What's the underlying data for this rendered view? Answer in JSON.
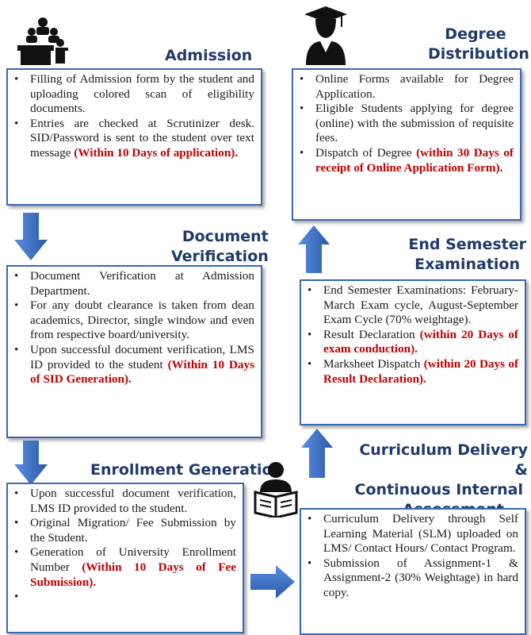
{
  "admission": {
    "title": "Admission",
    "items": [
      {
        "text": "Filling of Admission form by the student and uploading colored scan of eligibility documents.",
        "highlight": ""
      },
      {
        "text": "Entries are checked at Scrutinizer desk. SID/Password is sent to the student over text message ",
        "highlight": "(Within 10 Days of application)."
      }
    ]
  },
  "document_verification": {
    "title_line1": "Document",
    "title_line2": "Verification",
    "items": [
      {
        "text": "Document Verification at Admission Department.",
        "highlight": ""
      },
      {
        "text": "For any doubt clearance is taken from dean academics, Director, single window and even from respective board/university.",
        "highlight": ""
      },
      {
        "text": "Upon successful document verification, LMS ID provided to the student ",
        "highlight": "(Within 10 Days of SID Generation)."
      }
    ]
  },
  "enrollment": {
    "title": "Enrollment Generation",
    "items": [
      {
        "text": "Upon successful document verification, LMS ID provided to the student.",
        "highlight": ""
      },
      {
        "text": "Original Migration/ Fee Submission by the Student.",
        "highlight": ""
      },
      {
        "text": "Generation of University Enrollment Number ",
        "highlight": "(Within 10 Days of Fee Submission)."
      },
      {
        "text": "",
        "highlight": ""
      }
    ]
  },
  "degree": {
    "title_line1": "Degree",
    "title_line2": "Distribution",
    "items": [
      {
        "text": "Online Forms available for Degree Application.",
        "highlight": ""
      },
      {
        "text": "Eligible Students applying for degree (online) with the submission of requisite fees.",
        "highlight": ""
      },
      {
        "text": "Dispatch of Degree ",
        "highlight": "(within 30 Days of receipt of Online Application Form)."
      }
    ]
  },
  "end_semester": {
    "title_line1": "End Semester",
    "title_line2": "Examination",
    "items": [
      {
        "text": "End Semester Examinations: February-March Exam cycle, August-September Exam Cycle (70% weightage).",
        "highlight": ""
      },
      {
        "text": "Result Declaration ",
        "highlight": "(within 20 Days of exam conduction)."
      },
      {
        "text": "Marksheet Dispatch ",
        "highlight": "(within 20 Days of Result Declaration)."
      }
    ]
  },
  "curriculum": {
    "title_line1": "Curriculum Delivery &",
    "title_line2": "Continuous Internal",
    "title_line3": "Assessment",
    "items": [
      {
        "text": "Curriculum Delivery through Self Learning Material (SLM) uploaded on LMS/ Contact Hours/ Contact Program.",
        "highlight": ""
      },
      {
        "text": "Submission of Assignment-1 & Assignment-2 (30% Weightage) in hard copy.",
        "highlight": ""
      }
    ]
  },
  "colors": {
    "heading": "#1f3a6b",
    "border": "#3a68b8",
    "arrow": "#3b6fc4",
    "highlight": "#c00000"
  },
  "icons": [
    "classroom-icon",
    "graduate-icon",
    "reader-icon"
  ]
}
